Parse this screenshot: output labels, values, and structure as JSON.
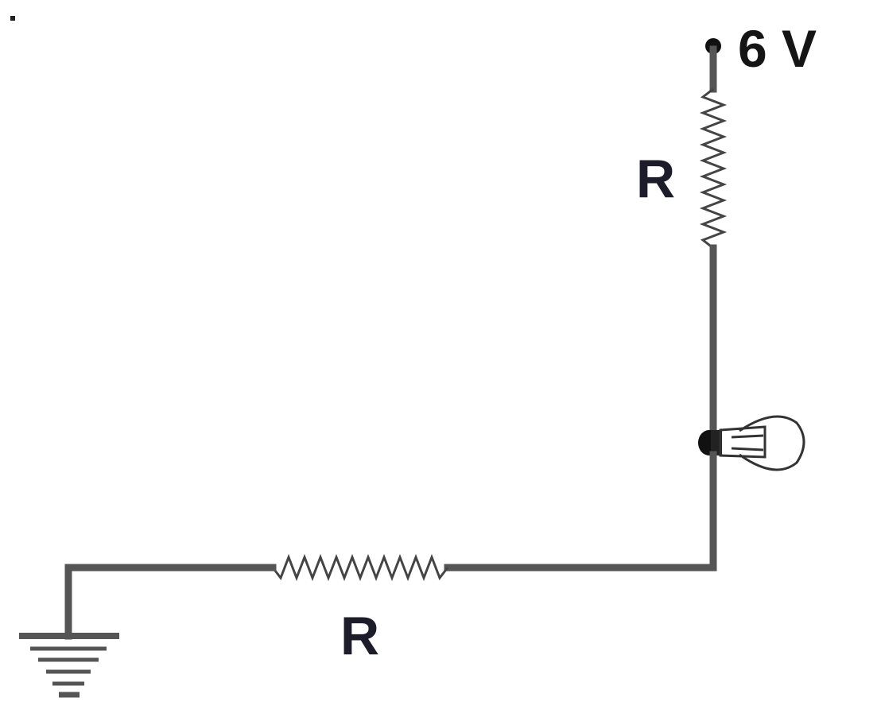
{
  "supply": {
    "voltage_label": "6 V"
  },
  "resistors": {
    "top_label": "R",
    "bottom_label": "R"
  },
  "components": {
    "supply_terminal": "terminal-dot",
    "top_resistor": "resistor",
    "lamp": "light-bulb-icon",
    "bottom_resistor": "resistor",
    "ground": "ground-symbol-icon"
  },
  "colors": {
    "wire": "#555555",
    "label": "#1a1a1a"
  }
}
